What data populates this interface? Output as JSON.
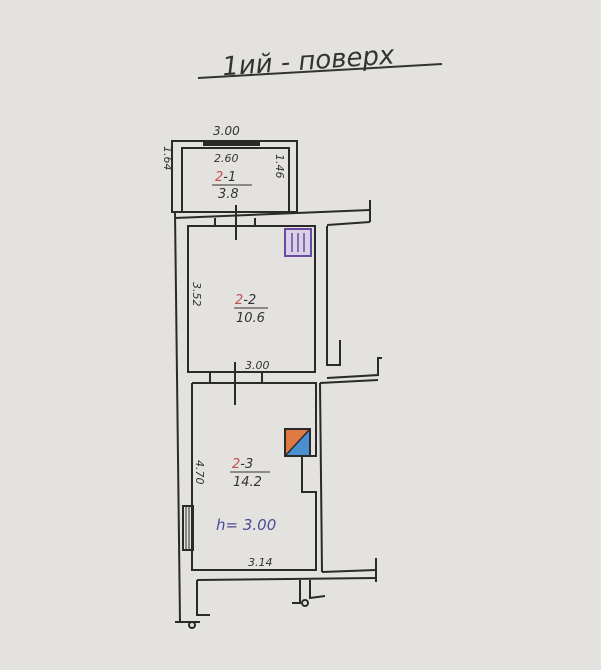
{
  "title": "1ий - поверх",
  "rooms": [
    {
      "id_prefix": "2",
      "id_suffix": "-1",
      "area": "3.8"
    },
    {
      "id_prefix": "2",
      "id_suffix": "-2",
      "area": "10.6"
    },
    {
      "id_prefix": "2",
      "id_suffix": "-3",
      "area": "14.2"
    }
  ],
  "dimensions": {
    "top_outer": "3.00",
    "room1_width": "2.60",
    "room1_left": "1.64",
    "room1_right": "1.46",
    "room2_height": "3.52",
    "room2_width": "3.00",
    "room3_height": "4.70",
    "room3_width": "3.14"
  },
  "ceiling_height": "h= 3.00",
  "colors": {
    "paper": "#e4e2de",
    "line": "#2a2a2a",
    "room_id": "#c0504d",
    "ceiling": "#4a4a9a",
    "boiler_orange": "#e07a45",
    "boiler_blue": "#4a8fd0",
    "stove": "#6a4aa0"
  }
}
